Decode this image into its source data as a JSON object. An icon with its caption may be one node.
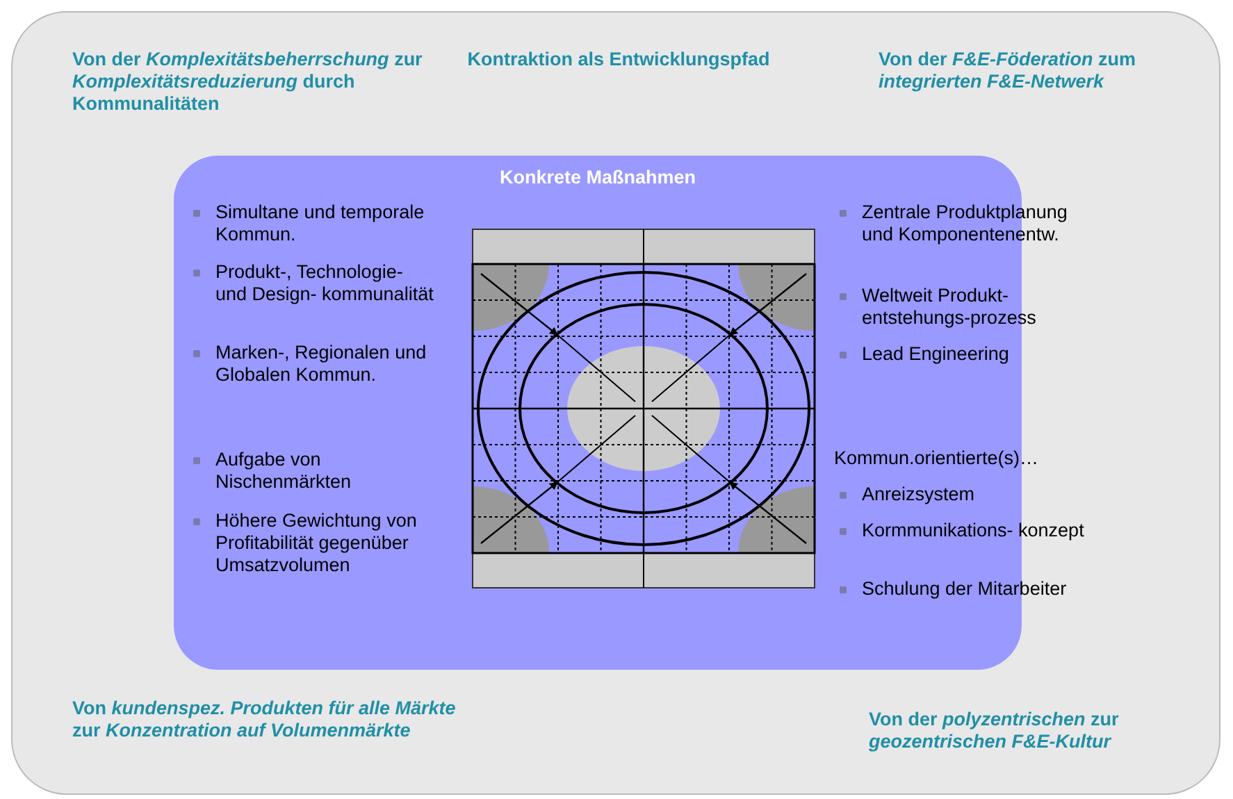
{
  "diagram": {
    "title": "Kontraktion als Entwicklungspfad",
    "nodes": [
      {
        "text": [
          "Konkrete Maßnahmen"
        ]
      }
    ],
    "labels": [
      "Von der *Komplexitätsbeherrschung* zur *Komplexitätsreduzierung* durch Kommunalitäten",
      "Von der *F&E-Föderation* zum *integrierten F&E-Netwerk*",
      "Simultane und temporale Kommun.",
      "Produkt-, Technologie- und Design- kommunalität",
      "Marken-, Regionalen und Globalen Kommun.",
      "Zentrale Produktplanung und Komponentenentw.",
      "Weltweit Produkt- entstehungs-prozess",
      "Lead Engineering",
      "Aufgabe von Nischenmärkten",
      "Höhere Gewichtung von Profitabilität gegenüber Umsatzvolumen",
      "Kommun.orientierte(s)…",
      "Anreizsystem",
      "Kormmunikations- konzept",
      "Schulung der Mitarbeiter",
      "Von *kundenspez. Produkten für alle Märkte* zur *Konzentration auf Volumenmärkte*",
      "Von der *polyzentrischen* zur *geozentrischen F&E-Kultur*"
    ]
  }
}
